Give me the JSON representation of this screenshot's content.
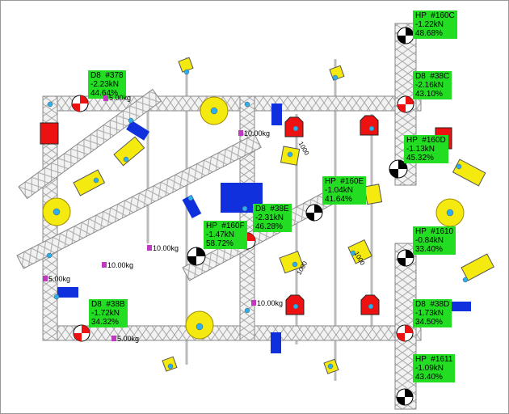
{
  "hoists": [
    {
      "id": "hp160c",
      "line1": "HP  #160C",
      "line2": "-1.22kN",
      "line3": "48.68%"
    },
    {
      "id": "d838c",
      "line1": "D8  #38C",
      "line2": "-2.16kN",
      "line3": "43.10%"
    },
    {
      "id": "hp160d",
      "line1": "HP  #160D",
      "line2": "-1.13kN",
      "line3": "45.32%"
    },
    {
      "id": "d8378",
      "line1": "D8  #378",
      "line2": "-2.23kN",
      "line3": "44.64%"
    },
    {
      "id": "hp160e",
      "line1": "HP  #160E",
      "line2": "-1.04kN",
      "line3": "41.64%"
    },
    {
      "id": "d838e",
      "line1": "D8  #38E",
      "line2": "-2.31kN",
      "line3": "46.28%"
    },
    {
      "id": "hp160f",
      "line1": "HP  #160F",
      "line2": "-1.47kN",
      "line3": "58.72%"
    },
    {
      "id": "hp1610",
      "line1": "HP  #1610",
      "line2": "-0.84kN",
      "line3": "33.40%"
    },
    {
      "id": "d838d",
      "line1": "D8  #38D",
      "line2": "-1.73kN",
      "line3": "34.50%"
    },
    {
      "id": "d838b",
      "line1": "D8  #38B",
      "line2": "-1.72kN",
      "line3": "34.32%"
    },
    {
      "id": "hp1611",
      "line1": "HP  #1611",
      "line2": "-1.09kN",
      "line3": "43.40%"
    }
  ],
  "weights": [
    "10.00kg",
    "10.00kg",
    "10.00kg",
    "5.00kg",
    "10.00kg",
    "5.00kg",
    "5.00kg"
  ],
  "fixture_tags": [
    "1000",
    "1000",
    "1000"
  ],
  "colors": {
    "label_bg": "#22dd22",
    "truss": "#c8c8c8",
    "motor_red": "#ee1111",
    "light_yellow": "#f5ea10",
    "panel_blue": "#1030dd",
    "weight": "#c03ac0"
  }
}
